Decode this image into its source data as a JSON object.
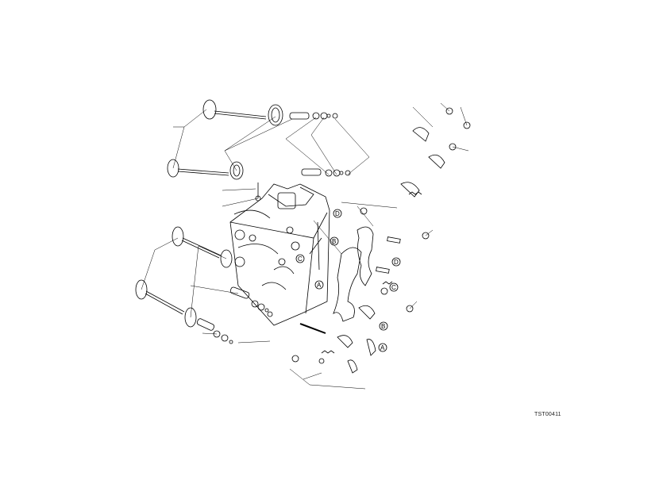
{
  "diagram": {
    "drawing_code": "TST00411",
    "reference_labels": [
      {
        "id": "D-left",
        "letter": "D"
      },
      {
        "id": "B-left",
        "letter": "B"
      },
      {
        "id": "C-left",
        "letter": "C"
      },
      {
        "id": "A-left",
        "letter": "A"
      },
      {
        "id": "D-right",
        "letter": "D"
      },
      {
        "id": "C-right",
        "letter": "C"
      },
      {
        "id": "B-right",
        "letter": "B"
      },
      {
        "id": "A-right",
        "letter": "A"
      }
    ]
  }
}
